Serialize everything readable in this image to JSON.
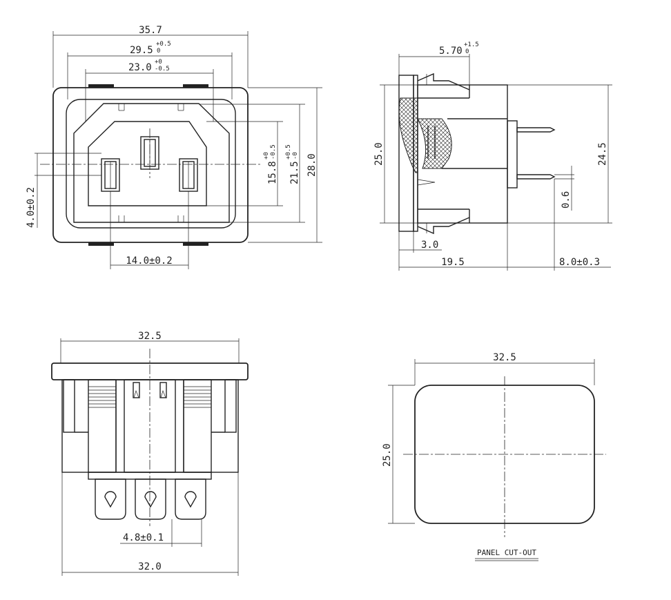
{
  "front_view": {
    "overall_width": "35.7",
    "width_29": "29.5",
    "width_29_tol_upper": "+0.5",
    "width_29_tol_lower": "0",
    "width_23": "23.0",
    "width_23_tol_upper": "+0",
    "width_23_tol_lower": "-0.5",
    "height_158": "15.8",
    "height_158_tol_upper": "+0",
    "height_158_tol_lower": "-0.5",
    "height_215": "21.5",
    "height_215_tol_upper": "+0.5",
    "height_215_tol_lower": "-0",
    "height_28": "28.0",
    "offset": "4.0±0.2",
    "pin_spacing": "14.0±0.2"
  },
  "side_view": {
    "depth_top": "5.70",
    "depth_top_tol_upper": "+1.5",
    "depth_top_tol_lower": "0",
    "height_25": "25.0",
    "height_245": "24.5",
    "pin_thickness": "0.6",
    "flange": "3.0",
    "body_depth": "19.5",
    "pin_length": "8.0±0.3"
  },
  "bottom_view": {
    "top_width": "32.5",
    "pin_pitch": "4.8±0.1",
    "bottom_width": "32.0"
  },
  "cutout_view": {
    "width": "32.5",
    "height": "25.0",
    "caption": "PANEL CUT-OUT"
  }
}
